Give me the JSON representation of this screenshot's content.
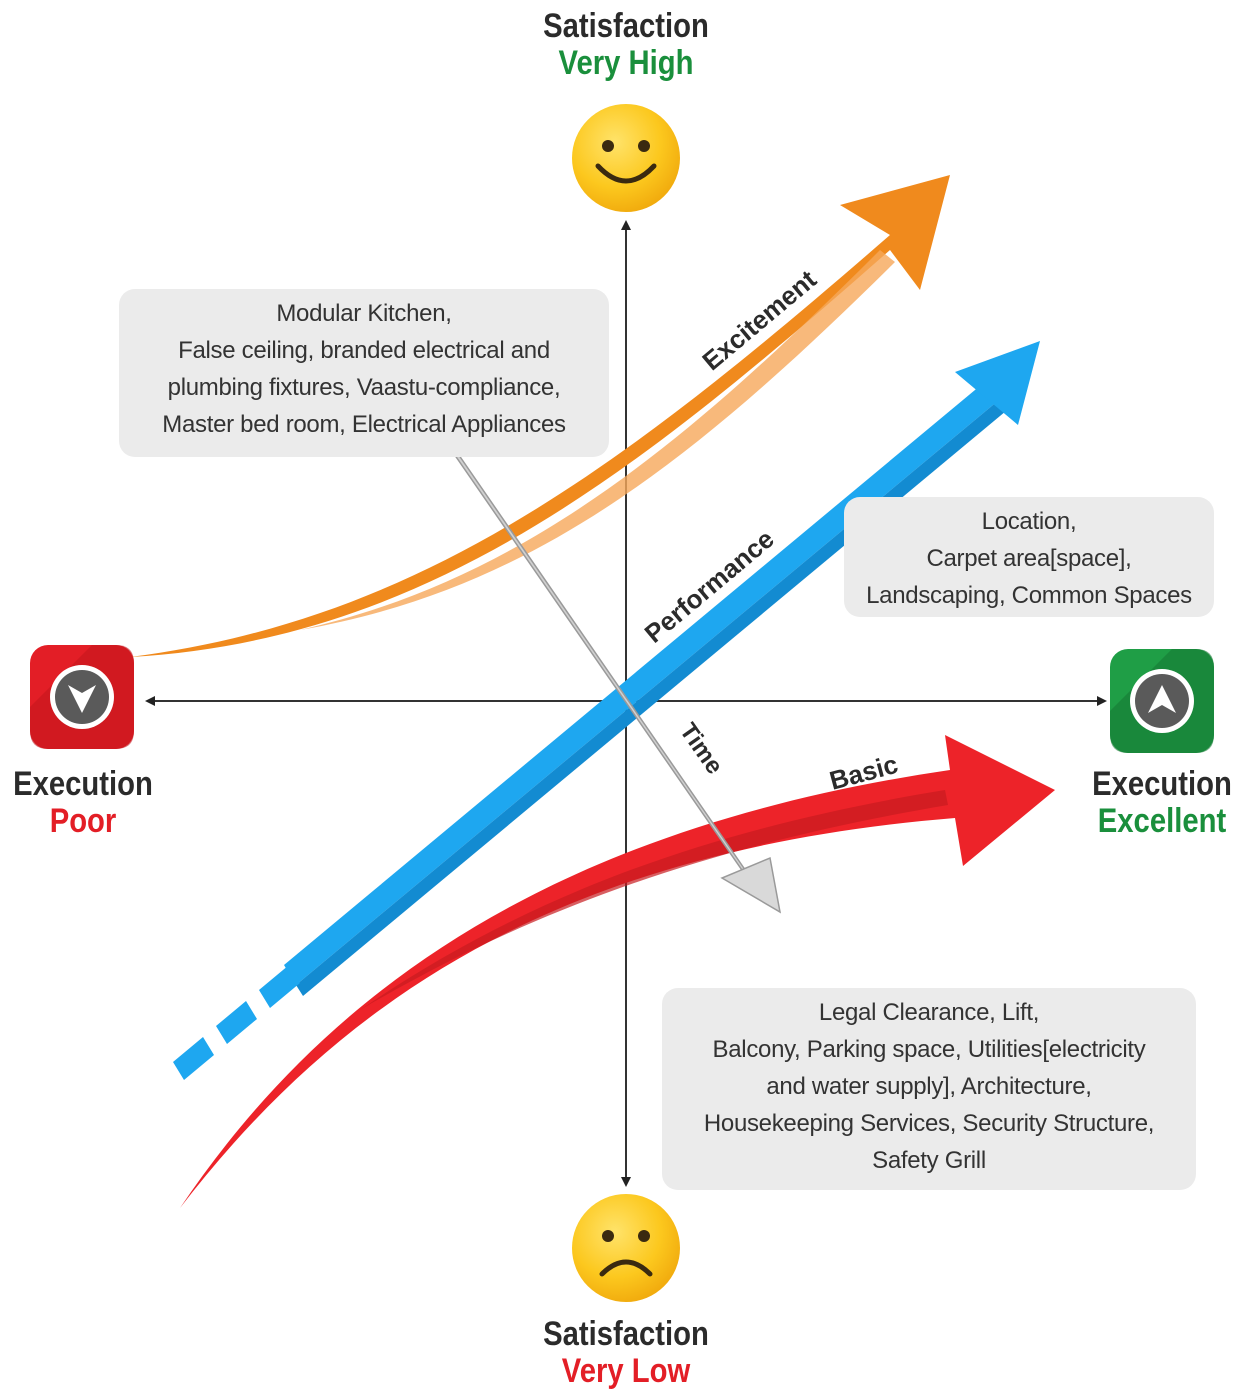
{
  "top": {
    "title": "Satisfaction",
    "sub": "Very High",
    "sub_color": "#1a8f3c"
  },
  "bottom": {
    "title": "Satisfaction",
    "sub": "Very Low",
    "sub_color": "#e31e26"
  },
  "left": {
    "title": "Execution",
    "sub": "Poor",
    "sub_color": "#e31e26"
  },
  "right": {
    "title": "Execution",
    "sub": "Excellent",
    "sub_color": "#1a8f3c"
  },
  "curves": {
    "excitement": {
      "label": "Excitement",
      "color": "#f08a1d"
    },
    "performance": {
      "label": "Performance",
      "color": "#1ea7f0"
    },
    "basic": {
      "label": "Basic",
      "color": "#ed2329"
    },
    "time": {
      "label": "Time",
      "color": "#d9d9d9"
    }
  },
  "boxes": {
    "excitement": [
      "Modular Kitchen,",
      "False ceiling, branded electrical and",
      "plumbing fixtures, Vaastu-compliance,",
      "Master bed room, Electrical Appliances"
    ],
    "performance": [
      "Location,",
      "Carpet area[space],",
      "Landscaping, Common Spaces"
    ],
    "basic": [
      "Legal Clearance, Lift,",
      "Balcony, Parking space, Utilities[electricity",
      "and water supply], Architecture,",
      "Housekeeping Services, Security Structure,",
      "Safety Grill"
    ]
  },
  "icons": {
    "top": "smiley-face-icon",
    "bottom": "sad-face-icon",
    "left": "down-arrow-badge-icon",
    "right": "up-arrow-badge-icon"
  }
}
